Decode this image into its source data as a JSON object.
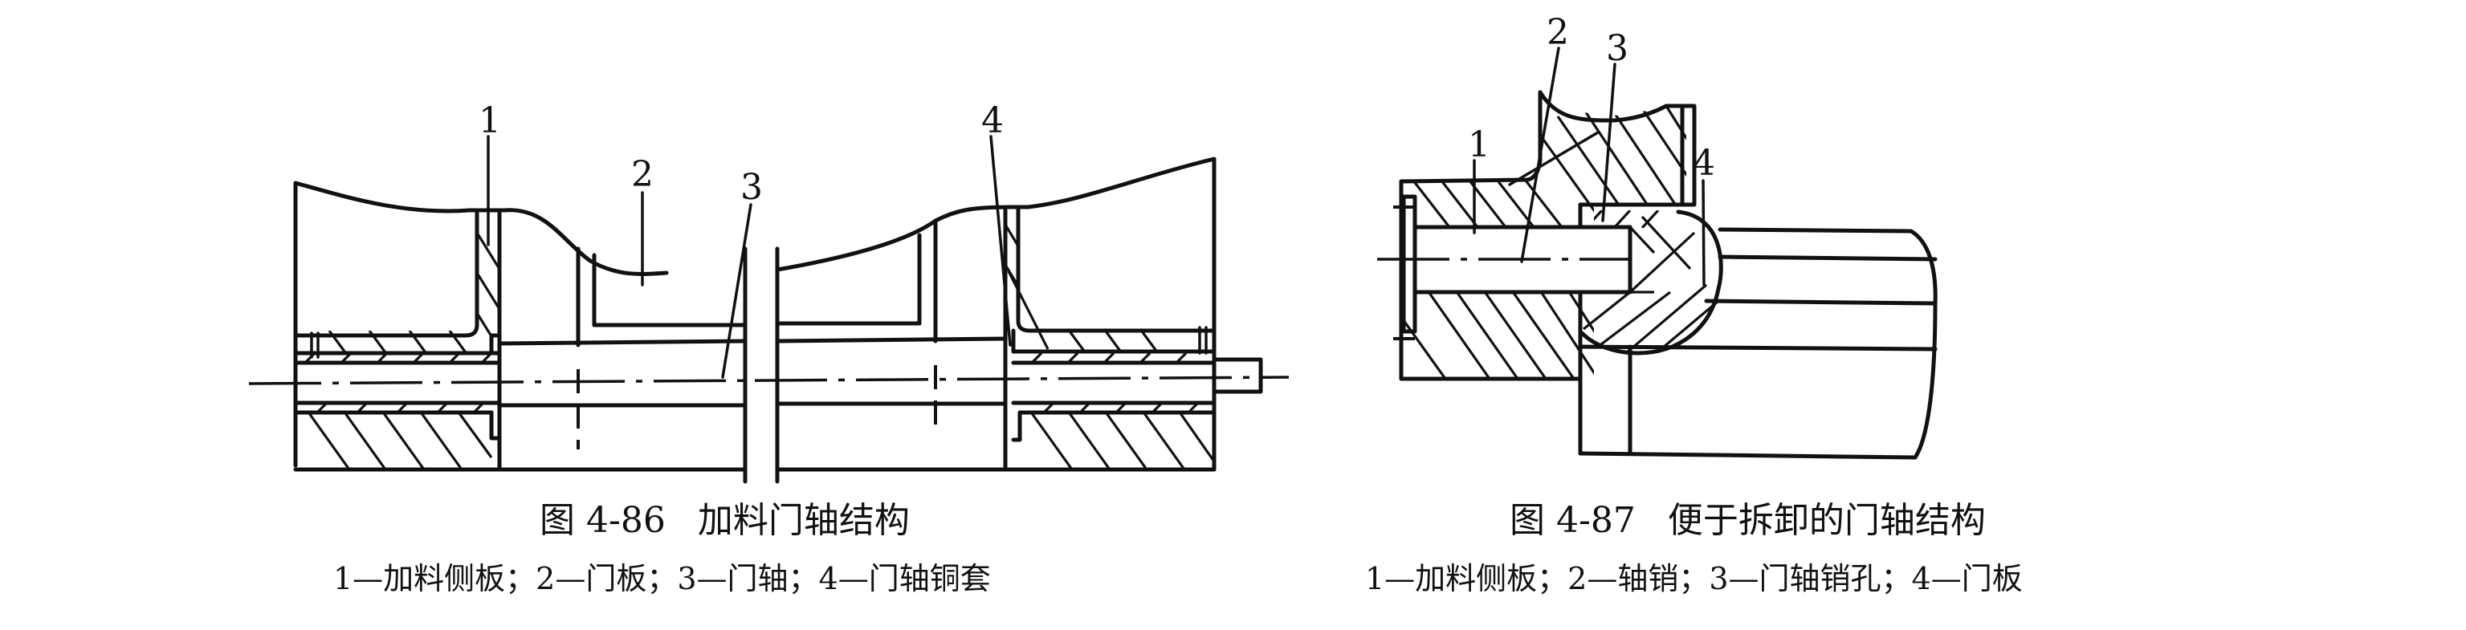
{
  "figures": [
    {
      "id": "fig-4-86",
      "number": "图 4-86",
      "title": "加料门轴结构",
      "legend": "1—加料侧板；2—门板；3—门轴；4—门轴铜套",
      "parts": [
        {
          "label": "1",
          "name": "加料侧板"
        },
        {
          "label": "2",
          "name": "门板"
        },
        {
          "label": "3",
          "name": "门轴"
        },
        {
          "label": "4",
          "name": "门轴铜套"
        }
      ]
    },
    {
      "id": "fig-4-87",
      "number": "图 4-87",
      "title": "便于拆卸的门轴结构",
      "legend": "1—加料侧板；2—轴销；3—门轴销孔；4—门板",
      "parts": [
        {
          "label": "1",
          "name": "加料侧板"
        },
        {
          "label": "2",
          "name": "轴销"
        },
        {
          "label": "3",
          "name": "门轴销孔"
        },
        {
          "label": "4",
          "name": "门板"
        }
      ]
    }
  ]
}
